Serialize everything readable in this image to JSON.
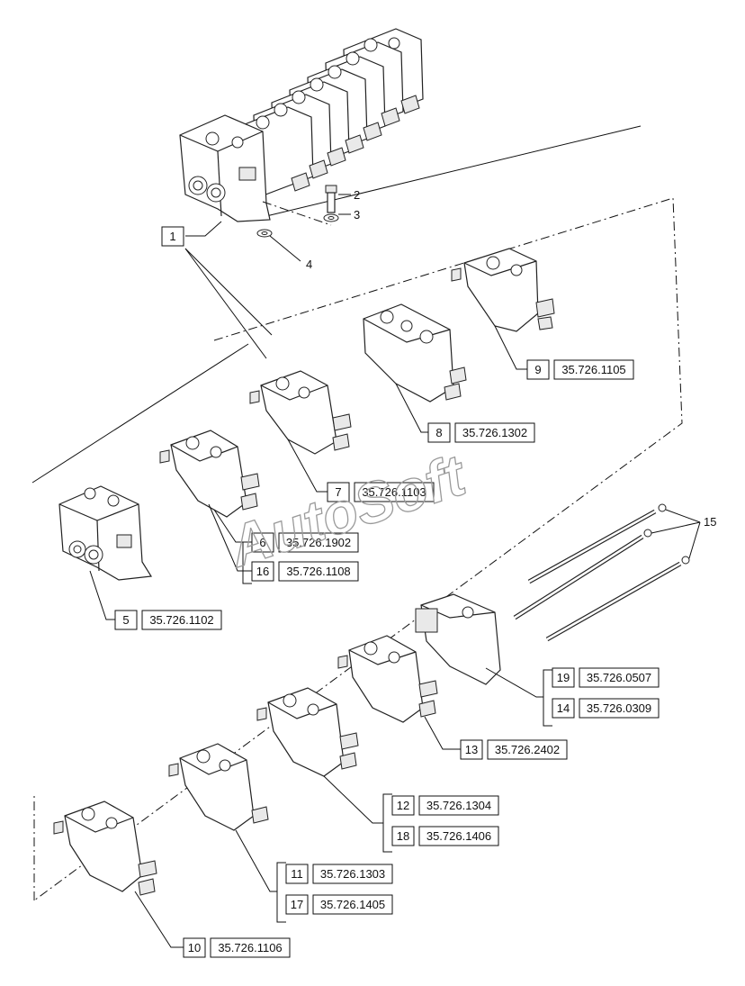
{
  "watermark": "AutoSoft",
  "callouts": {
    "c2": "2",
    "c3": "3",
    "c4": "4",
    "c15": "15"
  },
  "labels": [
    {
      "id": "l1",
      "num": "1",
      "code": ""
    },
    {
      "id": "l9",
      "num": "9",
      "code": "35.726.1105"
    },
    {
      "id": "l8",
      "num": "8",
      "code": "35.726.1302"
    },
    {
      "id": "l7",
      "num": "7",
      "code": "35.726.1103"
    },
    {
      "id": "l6",
      "num": "6",
      "code": "35.726.1902"
    },
    {
      "id": "l16",
      "num": "16",
      "code": "35.726.1108"
    },
    {
      "id": "l5",
      "num": "5",
      "code": "35.726.1102"
    },
    {
      "id": "l19",
      "num": "19",
      "code": "35.726.0507"
    },
    {
      "id": "l14",
      "num": "14",
      "code": "35.726.0309"
    },
    {
      "id": "l13",
      "num": "13",
      "code": "35.726.2402"
    },
    {
      "id": "l12",
      "num": "12",
      "code": "35.726.1304"
    },
    {
      "id": "l18",
      "num": "18",
      "code": "35.726.1406"
    },
    {
      "id": "l11",
      "num": "11",
      "code": "35.726.1303"
    },
    {
      "id": "l17",
      "num": "17",
      "code": "35.726.1405"
    },
    {
      "id": "l10",
      "num": "10",
      "code": "35.726.1106"
    }
  ]
}
